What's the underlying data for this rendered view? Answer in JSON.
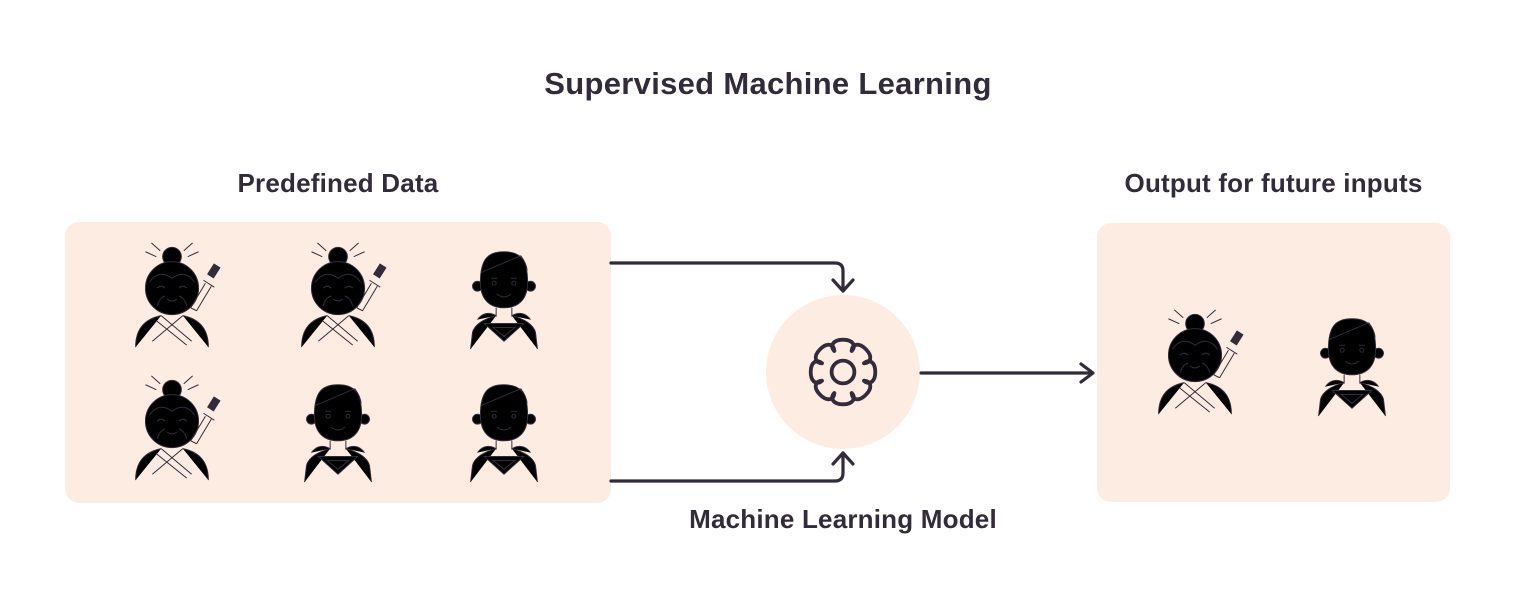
{
  "title": "Supervised Machine Learning",
  "colors": {
    "ink": "#322b3a",
    "box_bg": "#fcece2",
    "canvas_bg": "#ffffff"
  },
  "predefined": {
    "label": "Predefined Data",
    "rows": [
      [
        "samurai",
        "samurai",
        "superhero"
      ],
      [
        "samurai",
        "superhero",
        "superhero"
      ]
    ]
  },
  "model": {
    "label": "Machine Learning Model",
    "icon": "gear-icon"
  },
  "output": {
    "label": "Output for future inputs",
    "characters": [
      "samurai",
      "superhero"
    ]
  }
}
